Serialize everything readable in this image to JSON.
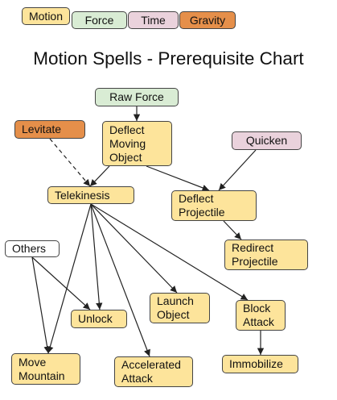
{
  "legend": {
    "motion": "Motion",
    "force": "Force",
    "time": "Time",
    "gravity": "Gravity"
  },
  "title": "Motion Spells - Prerequisite Chart",
  "colors": {
    "motion": "#fde49b",
    "force": "#d9ecd4",
    "time": "#ead2dc",
    "gravity": "#e58f4a",
    "other": "#ffffff",
    "line": "#222222"
  },
  "nodes": {
    "raw_force": "Raw Force",
    "levitate": "Levitate",
    "deflect_moving_object": [
      "Deflect",
      "Moving",
      "Object"
    ],
    "quicken": "Quicken",
    "telekinesis": "Telekinesis",
    "deflect_projectile": [
      "Deflect",
      "Projectile"
    ],
    "others": "Others",
    "redirect_projectile": [
      "Redirect",
      "Projectile"
    ],
    "unlock": "Unlock",
    "launch_object": [
      "Launch",
      "Object"
    ],
    "block_attack": [
      "Block",
      "Attack"
    ],
    "move_mountain": [
      "Move",
      "Mountain"
    ],
    "accelerated_attack": [
      "Accelerated",
      "Attack"
    ],
    "immobilize": "Immobilize"
  },
  "edges": [
    {
      "from": "raw_force",
      "to": "deflect_moving_object",
      "style": "solid"
    },
    {
      "from": "levitate",
      "to": "telekinesis",
      "style": "dashed"
    },
    {
      "from": "deflect_moving_object",
      "to": "telekinesis",
      "style": "solid"
    },
    {
      "from": "deflect_moving_object",
      "to": "deflect_projectile",
      "style": "solid"
    },
    {
      "from": "quicken",
      "to": "deflect_projectile",
      "style": "solid"
    },
    {
      "from": "deflect_projectile",
      "to": "redirect_projectile",
      "style": "solid"
    },
    {
      "from": "telekinesis",
      "to": "unlock",
      "style": "solid"
    },
    {
      "from": "telekinesis",
      "to": "launch_object",
      "style": "solid"
    },
    {
      "from": "telekinesis",
      "to": "block_attack",
      "style": "solid"
    },
    {
      "from": "telekinesis",
      "to": "move_mountain",
      "style": "solid"
    },
    {
      "from": "telekinesis",
      "to": "accelerated_attack",
      "style": "solid"
    },
    {
      "from": "others",
      "to": "unlock",
      "style": "solid"
    },
    {
      "from": "others",
      "to": "move_mountain",
      "style": "solid"
    },
    {
      "from": "block_attack",
      "to": "immobilize",
      "style": "solid"
    }
  ]
}
